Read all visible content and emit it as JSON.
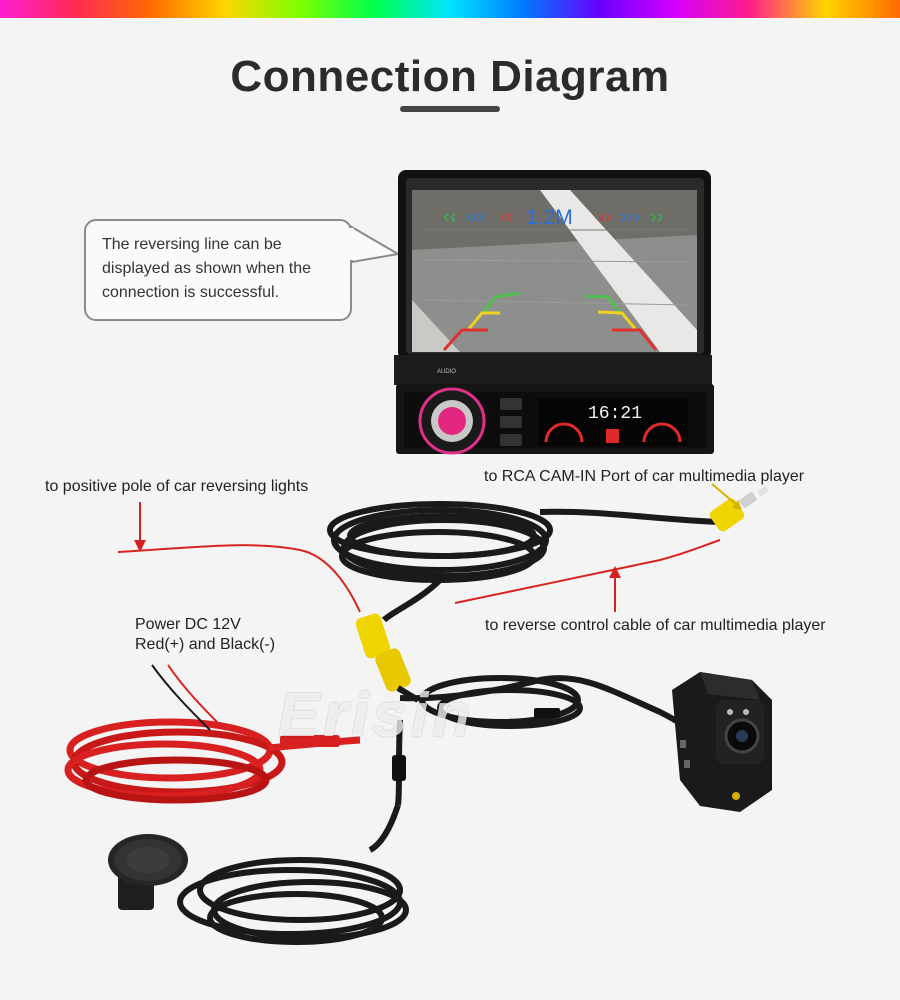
{
  "header": {
    "title": "Connection Diagram"
  },
  "callout": {
    "lines": [
      "The reversing line can be",
      "displayed as shown when the",
      "connection is successful."
    ]
  },
  "screen": {
    "distance_label": "1.2M",
    "brand_badge": "AUDIO",
    "clock": "16:21"
  },
  "labels": {
    "reversing_lights": "to positive pole of car reversing lights",
    "rca_cam_in": "to RCA CAM-IN Port of car multimedia player",
    "reverse_control": "to reverse control cable of car multimedia player",
    "power_line1": "Power DC 12V",
    "power_line2": "Red(+) and Black(-)"
  },
  "watermark": "Erisin",
  "colors": {
    "wire_red": "#d8241e",
    "rca_yellow": "#f0d400",
    "cable_black": "#1a1a1a",
    "arrow_red": "#d42020"
  },
  "icons": [
    "car-stereo-icon",
    "reversing-camera-icon",
    "buzzer-speaker-icon",
    "rca-connector-icon",
    "arrow-down-icon",
    "arrow-up-icon"
  ]
}
